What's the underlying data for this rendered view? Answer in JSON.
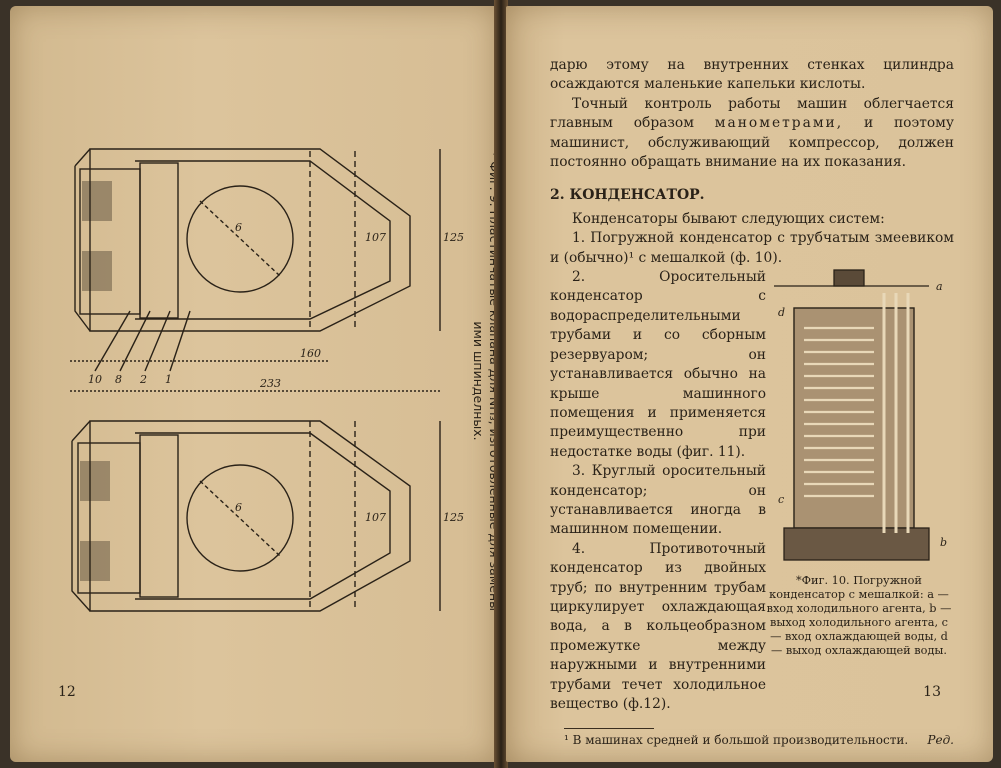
{
  "left_page": {
    "caption": "* Фиг. 9. Пластинчатые клапана для NH₃, изготовленные для замены ими шпинделных.",
    "page_number": "12",
    "dims": {
      "d1": "107",
      "d2": "125",
      "d3": "160",
      "d4": "233",
      "d5": "107",
      "d6": "125",
      "d7": "6"
    },
    "callouts": [
      "10",
      "8",
      "2",
      "1"
    ]
  },
  "right_page": {
    "p1": "дарю этому на внутренних стенках цилиндра осаждаются маленькие капельки кислоты.",
    "p2_before": "Точный контроль работы машин облегчается главным образом",
    "p2_spaced": "манометрами,",
    "p2_after": "и поэтому машинист, обслуживающий компрессор, должен постоянно обращать внимание на их показания.",
    "heading": "2. КОНДЕНСАТОР.",
    "p3": "Конденсаторы бывают следующих систем:",
    "p4": "1. Погружной конденсатор с трубчатым змеевиком и (обычно)¹ с мешалкой (ф. 10).",
    "p5": "2. Оросительный конденсатор с водораспределительными трубами и со сборным резервуаром; он устанавливается обычно на крыше машинного помещения и применяется преимущественно при недостатке воды (фиг. 11).",
    "p6": "3. Круглый оросительный конденсатор; он устанавливается иногда в машинном помещении.",
    "p7": "4. Противоточный конденсатор из двойных труб; по внутренним трубам циркулирует охлаждающая вода, а в кольцеобразном промежутке между наружными и внутренними трубами течет холодильное вещество (ф.12).",
    "fig10_caption": "*Фиг. 10. Погружной конденсатор с мешалкой: a — вход холодильного агента, b — выход холодильного агента, c — вход охлаждающей воды, d — выход охлаждающей воды.",
    "fig10_labels": {
      "a": "a",
      "b": "b",
      "c": "c",
      "d": "d"
    },
    "footnote": "¹ В машинах средней и большой производительности.",
    "footnote_ed": "Ред.",
    "page_number": "13"
  }
}
